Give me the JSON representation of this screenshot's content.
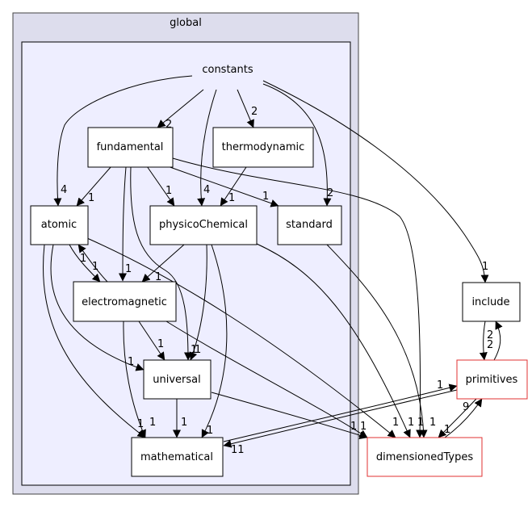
{
  "outer_cluster": {
    "label": "global"
  },
  "inner_cluster": {
    "label": "constants"
  },
  "nodes": [
    {
      "id": "fundamental",
      "label": "fundamental"
    },
    {
      "id": "thermodynamic",
      "label": "thermodynamic"
    },
    {
      "id": "atomic",
      "label": "atomic"
    },
    {
      "id": "physicoChemical",
      "label": "physicoChemical"
    },
    {
      "id": "standard",
      "label": "standard"
    },
    {
      "id": "electromagnetic",
      "label": "electromagnetic"
    },
    {
      "id": "universal",
      "label": "universal"
    },
    {
      "id": "mathematical",
      "label": "mathematical"
    },
    {
      "id": "include",
      "label": "include"
    },
    {
      "id": "primitives",
      "label": "primitives"
    },
    {
      "id": "dimensionedTypes",
      "label": "dimensionedTypes"
    }
  ],
  "edges": [
    {
      "from": "constants",
      "to": "atomic",
      "label": "4"
    },
    {
      "from": "constants",
      "to": "fundamental",
      "label": "2"
    },
    {
      "from": "constants",
      "to": "physicoChemical",
      "label": "4"
    },
    {
      "from": "constants",
      "to": "thermodynamic",
      "label": "2"
    },
    {
      "from": "constants",
      "to": "standard",
      "label": "2"
    },
    {
      "from": "constants",
      "to": "include",
      "label": "1"
    },
    {
      "from": "fundamental",
      "to": "atomic",
      "label": "1"
    },
    {
      "from": "fundamental",
      "to": "physicoChemical",
      "label": "1"
    },
    {
      "from": "fundamental",
      "to": "standard",
      "label": "1"
    },
    {
      "from": "fundamental",
      "to": "electromagnetic",
      "label": "1"
    },
    {
      "from": "fundamental",
      "to": "universal",
      "label": "1"
    },
    {
      "from": "fundamental",
      "to": "dimensionedTypes",
      "label": "1"
    },
    {
      "from": "thermodynamic",
      "to": "physicoChemical",
      "label": "1"
    },
    {
      "from": "atomic",
      "to": "electromagnetic",
      "label": "1"
    },
    {
      "from": "electromagnetic",
      "to": "atomic",
      "label": "1"
    },
    {
      "from": "atomic",
      "to": "universal",
      "label": "1"
    },
    {
      "from": "atomic",
      "to": "mathematical",
      "label": "1"
    },
    {
      "from": "atomic",
      "to": "dimensionedTypes",
      "label": "1"
    },
    {
      "from": "physicoChemical",
      "to": "electromagnetic",
      "label": "1"
    },
    {
      "from": "physicoChemical",
      "to": "universal",
      "label": "1"
    },
    {
      "from": "physicoChemical",
      "to": "mathematical",
      "label": "1"
    },
    {
      "from": "physicoChemical",
      "to": "dimensionedTypes",
      "label": "1"
    },
    {
      "from": "standard",
      "to": "dimensionedTypes",
      "label": "1"
    },
    {
      "from": "electromagnetic",
      "to": "universal",
      "label": "1"
    },
    {
      "from": "electromagnetic",
      "to": "mathematical",
      "label": "1"
    },
    {
      "from": "electromagnetic",
      "to": "dimensionedTypes",
      "label": "1"
    },
    {
      "from": "universal",
      "to": "mathematical",
      "label": "1"
    },
    {
      "from": "universal",
      "to": "dimensionedTypes",
      "label": "1"
    },
    {
      "from": "include",
      "to": "primitives",
      "label": "2"
    },
    {
      "from": "primitives",
      "to": "include",
      "label": "2"
    },
    {
      "from": "primitives",
      "to": "mathematical",
      "label": "11"
    },
    {
      "from": "mathematical",
      "to": "primitives",
      "label": "1"
    },
    {
      "from": "primitives",
      "to": "dimensionedTypes",
      "label": "1"
    },
    {
      "from": "dimensionedTypes",
      "to": "primitives",
      "label": "9"
    }
  ],
  "colors": {
    "outer_fill": "#dddded",
    "outer_stroke": "#444444",
    "inner_fill": "#eeeeff",
    "inner_stroke": "#000000",
    "node_fill": "#ffffff",
    "node_stroke": "#000000",
    "external_stroke": "#e03030",
    "edge": "#000000"
  }
}
